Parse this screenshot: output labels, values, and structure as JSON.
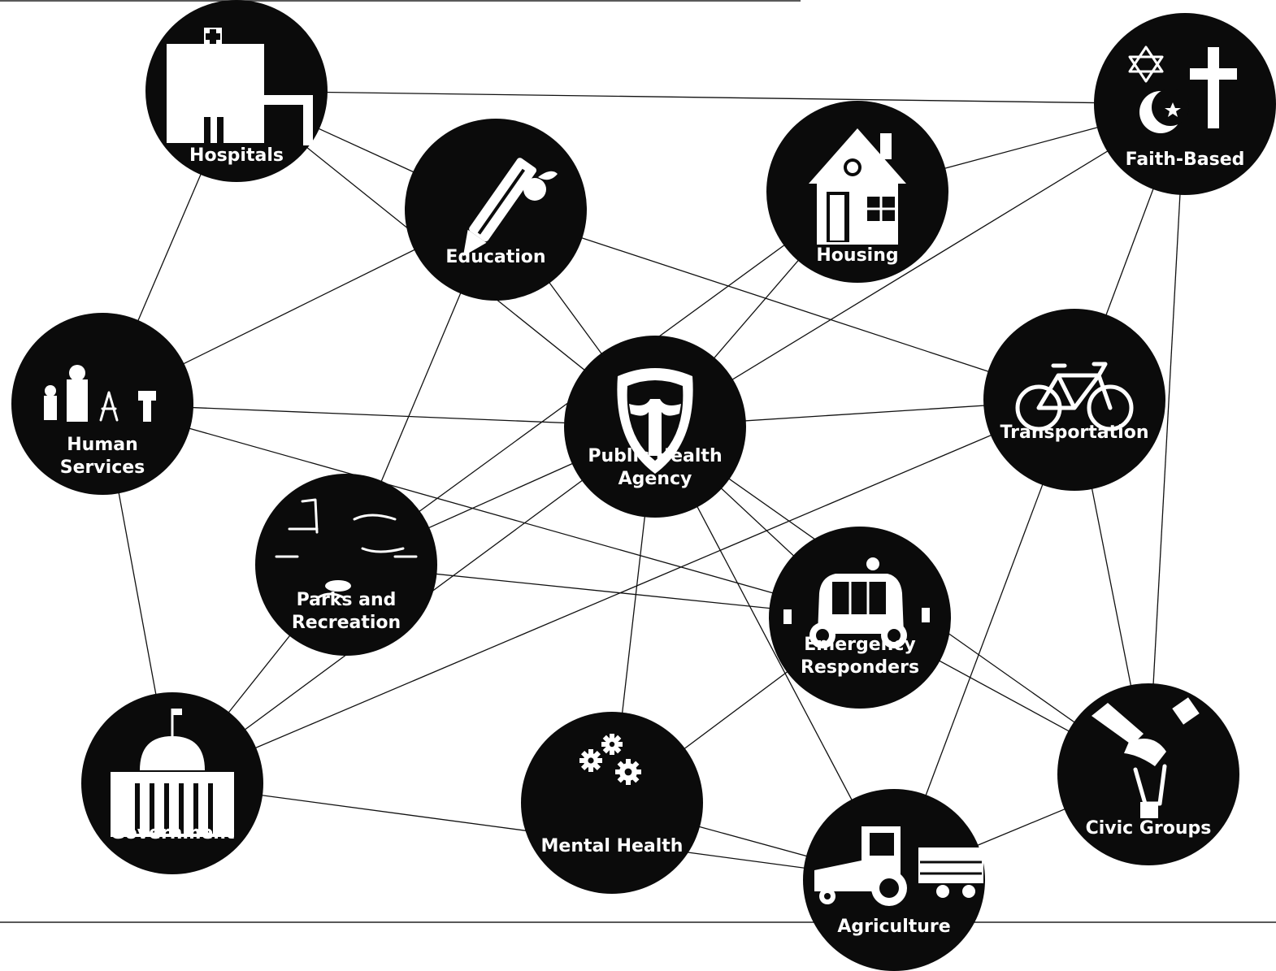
{
  "nodes": [
    {
      "id": "hospitals",
      "lines": [
        "Hospitals"
      ],
      "icon": "hospital-icon"
    },
    {
      "id": "education",
      "lines": [
        "Education"
      ],
      "icon": "pencil-apple-icon"
    },
    {
      "id": "housing",
      "lines": [
        "Housing"
      ],
      "icon": "house-icon"
    },
    {
      "id": "faith",
      "lines": [
        "Faith-Based"
      ],
      "icon": "religious-symbols-icon"
    },
    {
      "id": "human",
      "lines": [
        "Human",
        "Services"
      ],
      "icon": "people-icon"
    },
    {
      "id": "pha",
      "lines": [
        "Public Health",
        "Agency"
      ],
      "icon": "shield-icon"
    },
    {
      "id": "transport",
      "lines": [
        "Transportation"
      ],
      "icon": "bicycle-icon"
    },
    {
      "id": "parks",
      "lines": [
        "Parks and",
        "Recreation"
      ],
      "icon": "park-icon"
    },
    {
      "id": "emergency",
      "lines": [
        "Emergency",
        "Responders"
      ],
      "icon": "ambulance-icon"
    },
    {
      "id": "government",
      "lines": [
        "Government"
      ],
      "icon": "capitol-building-icon"
    },
    {
      "id": "mental",
      "lines": [
        "Mental Health"
      ],
      "icon": "gears-icon"
    },
    {
      "id": "civic",
      "lines": [
        "Civic Groups"
      ],
      "icon": "handshake-vote-icon"
    },
    {
      "id": "agriculture",
      "lines": [
        "Agriculture"
      ],
      "icon": "tractor-icon"
    }
  ],
  "edges": [
    [
      "hospitals",
      "faith"
    ],
    [
      "hospitals",
      "education"
    ],
    [
      "hospitals",
      "human"
    ],
    [
      "hospitals",
      "pha"
    ],
    [
      "education",
      "pha"
    ],
    [
      "education",
      "human"
    ],
    [
      "education",
      "parks"
    ],
    [
      "education",
      "transport"
    ],
    [
      "housing",
      "faith"
    ],
    [
      "housing",
      "pha"
    ],
    [
      "housing",
      "parks"
    ],
    [
      "faith",
      "transport"
    ],
    [
      "faith",
      "pha"
    ],
    [
      "faith",
      "civic"
    ],
    [
      "human",
      "pha"
    ],
    [
      "human",
      "emergency"
    ],
    [
      "human",
      "government"
    ],
    [
      "pha",
      "transport"
    ],
    [
      "pha",
      "emergency"
    ],
    [
      "pha",
      "parks"
    ],
    [
      "pha",
      "mental"
    ],
    [
      "pha",
      "agriculture"
    ],
    [
      "pha",
      "civic"
    ],
    [
      "pha",
      "government"
    ],
    [
      "transport",
      "government"
    ],
    [
      "transport",
      "civic"
    ],
    [
      "transport",
      "agriculture"
    ],
    [
      "parks",
      "emergency"
    ],
    [
      "parks",
      "government"
    ],
    [
      "emergency",
      "mental"
    ],
    [
      "emergency",
      "civic"
    ],
    [
      "government",
      "agriculture"
    ],
    [
      "mental",
      "agriculture"
    ],
    [
      "agriculture",
      "civic"
    ]
  ]
}
